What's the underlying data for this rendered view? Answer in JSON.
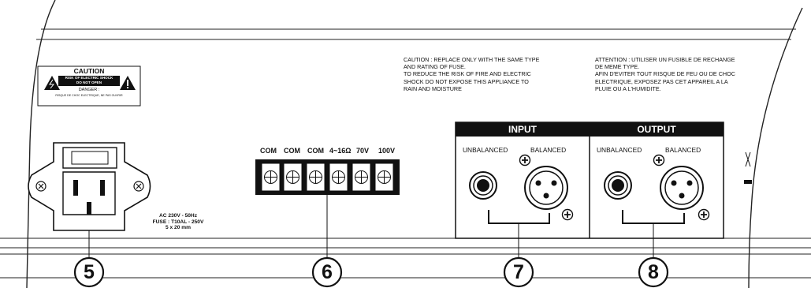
{
  "caution_label": {
    "header": "CAUTION",
    "sub_lines": [
      "RISK OF ELECTRIC SHOCK",
      "DO NOT OPEN"
    ],
    "danger": "DANGER :",
    "danger_sub": "RISQUE DE CHOC ELECTRIQUE, NE PAS OUVRIR"
  },
  "warnings": {
    "english": "CAUTION : REPLACE ONLY WITH THE SAME TYPE\nAND RATING OF FUSE.\nTO REDUCE THE RISK OF FIRE AND ELECTRIC\nSHOCK DO NOT EXPOSE THIS APPLIANCE TO\nRAIN AND MOISTURE",
    "french": "ATTENTION : UTILISER UN FUSIBLE DE RECHANGE\nDE MEME TYPE.\nAFIN D'EVITER TOUT RISQUE DE FEU OU DE CHOC\nELECTRIQUE, EXPOSEZ PAS CET APPAREIL A LA\nPLUIE OU A L'HUMIDITE."
  },
  "power": {
    "spec_lines": [
      "AC 230V - 50Hz",
      "FUSE : T10AL - 250V",
      "5 x 20 mm"
    ]
  },
  "terminals": {
    "labels": [
      "COM",
      "COM",
      "COM",
      "4~16Ω",
      "70V",
      "100V"
    ]
  },
  "input_section": {
    "title": "INPUT",
    "unbalanced": "UNBALANCED",
    "balanced": "BALANCED"
  },
  "output_section": {
    "title": "OUTPUT",
    "unbalanced": "UNBALANCED",
    "balanced": "BALANCED"
  },
  "callouts": [
    "5",
    "6",
    "7",
    "8"
  ]
}
